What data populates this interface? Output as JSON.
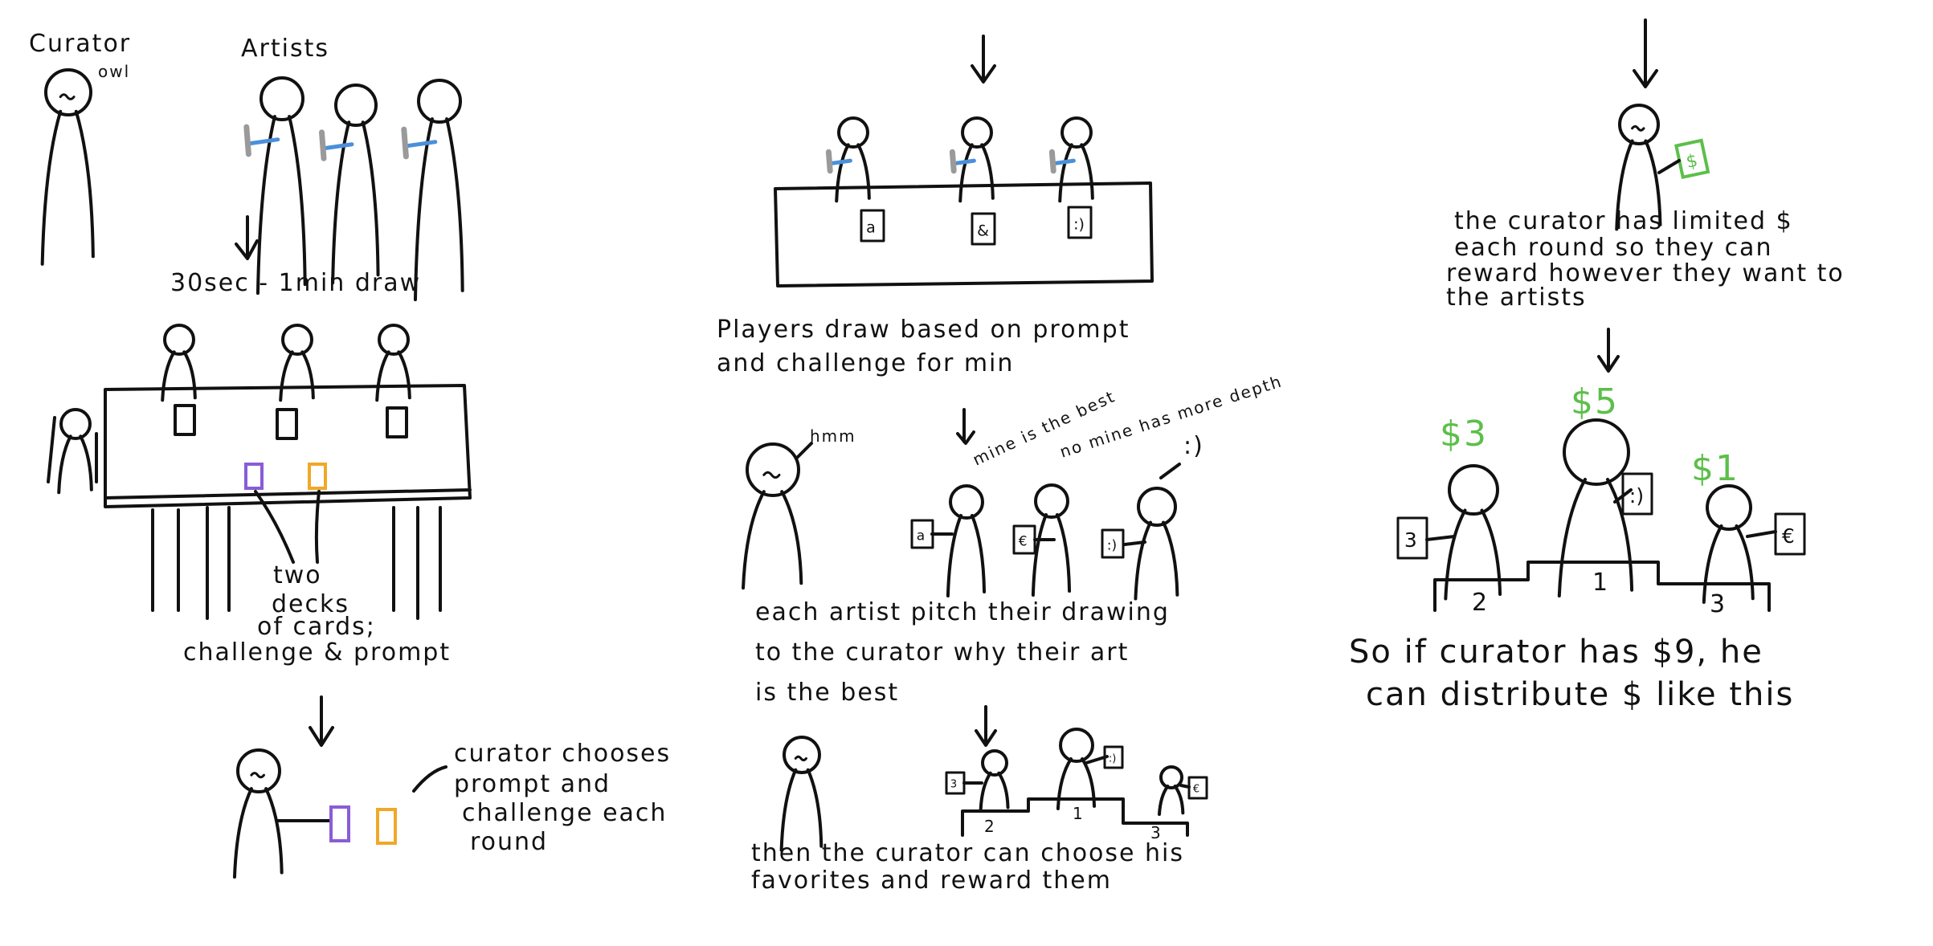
{
  "colors": {
    "ink": "#111111",
    "pen_blue": "#4a90d9",
    "pen_gray": "#9a9a9a",
    "challenge_deck": "#8a5cd6",
    "prompt_deck": "#f0a828",
    "money": "#5cbf4a"
  },
  "panel1": {
    "curator_label": "Curator",
    "curator_note": "owl",
    "artists_label": "Artists",
    "draw_time": "30sec - 1min draw",
    "decks_caption": [
      "two",
      "decks",
      "of cards;",
      "challenge & prompt"
    ],
    "chooses_caption": [
      "curator chooses",
      "prompt and",
      "challenge each",
      "round"
    ]
  },
  "panel2": {
    "table_cards": [
      "a",
      "&",
      ":)"
    ],
    "players_caption": [
      "Players draw based on prompt",
      "and challenge for min"
    ],
    "curator_thought": "hmm",
    "artist_quotes": [
      "mine is the best",
      "no mine has more depth",
      ":)"
    ],
    "pitch_cards": [
      "a",
      "€",
      ":)"
    ],
    "pitch_caption": [
      "each artist pitch their drawing",
      "to the curator why their art",
      "is the best"
    ],
    "podium_cards": [
      "3",
      ":)",
      "€"
    ],
    "podium_places": [
      "2",
      "1",
      "3"
    ],
    "reward_caption": [
      "then the curator can choose his",
      "favorites and reward them"
    ]
  },
  "panel3": {
    "money_card": "$",
    "limited_caption": [
      "the curator has limited $",
      "each round so they can",
      "reward however they want to",
      "the artists"
    ],
    "rewards": [
      "$3",
      "$5",
      "$1"
    ],
    "podium_cards": [
      "3",
      ":)",
      "€"
    ],
    "podium_places": [
      "2",
      "1",
      "3"
    ],
    "distribute_caption": [
      "So if curator has $9, he",
      "can distribute $ like this"
    ]
  }
}
